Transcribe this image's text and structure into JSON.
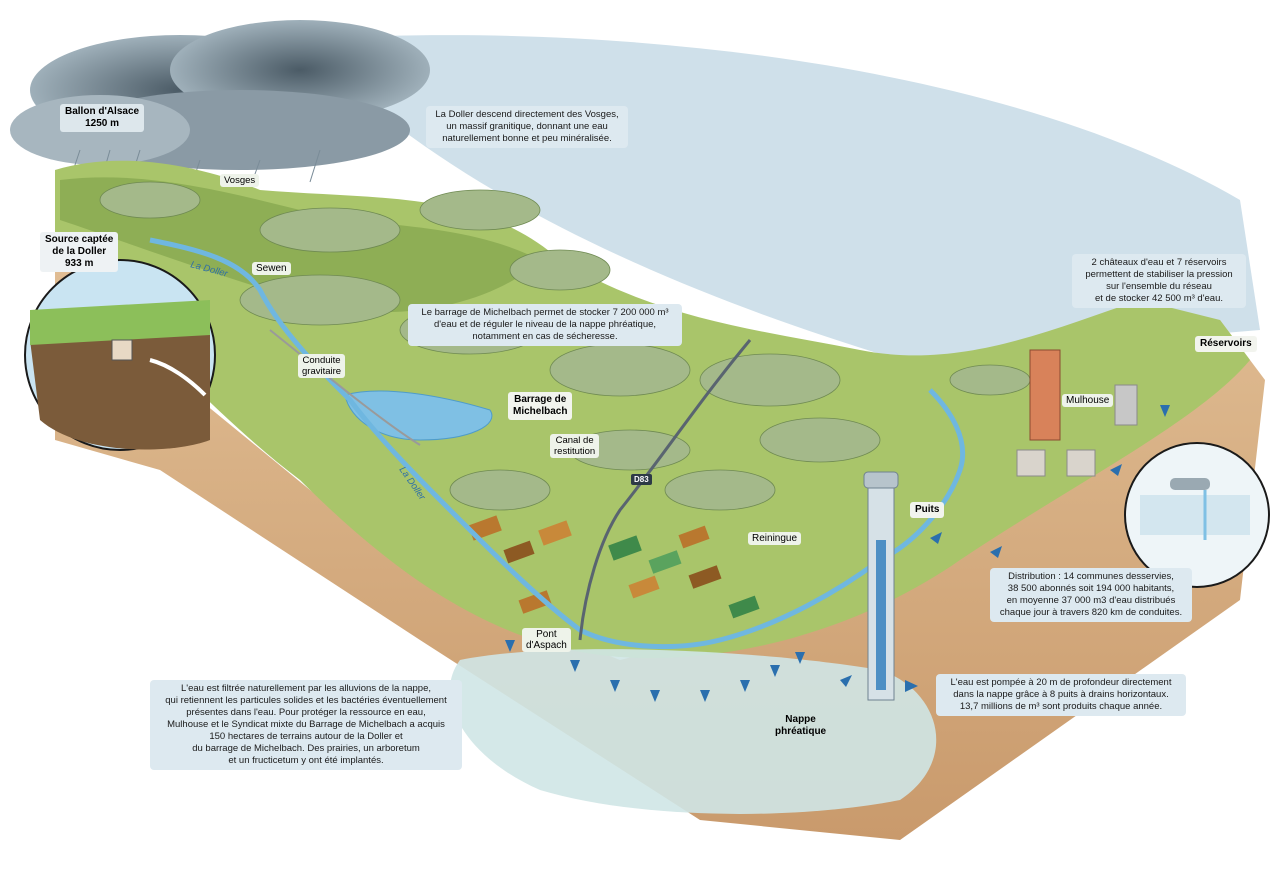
{
  "labels": {
    "ballon": "Ballon d'Alsace\n1250 m",
    "vosges": "Vosges",
    "source": "Source captée\nde la Doller\n933 m",
    "la_doller_1": "La Doller",
    "la_doller_2": "La Doller",
    "sewen": "Sewen",
    "conduite": "Conduite\ngravitaire",
    "barrage": "Barrage de\nMichelbach",
    "canal": "Canal de\nrestitution",
    "d83": "D83",
    "reiningue": "Reiningue",
    "pont": "Pont\nd'Aspach",
    "puits": "Puits",
    "nappe": "Nappe\nphréatique",
    "mulhouse": "Mulhouse",
    "reservoirs": "Réservoirs"
  },
  "notes": {
    "doller_vosges": "La Doller descend directement des Vosges,\nun massif granitique, donnant une eau\nnaturellement bonne et peu minéralisée.",
    "barrage_note": "Le barrage de Michelbach permet de stocker 7 200 000 m³\nd'eau et de réguler le niveau de la nappe phréatique,\nnotamment en cas de sécheresse.",
    "chateaux": "2 châteaux d'eau et 7 réservoirs\npermettent de stabiliser la pression\nsur l'ensemble du réseau\net de stocker 42 500 m³ d'eau.",
    "distribution": "Distribution : 14 communes desservies,\n38 500 abonnés soit 194 000 habitants,\nen moyenne 37 000 m3 d'eau distribués\nchaque jour à travers 820 km de conduites.",
    "pompage": "L'eau est pompée à 20 m de profondeur directement\ndans la nappe grâce à 8 puits à drains horizontaux.\n13,7 millions de m³ sont produits chaque année.",
    "filtration": "L'eau est filtrée naturellement par les alluvions de la nappe,\nqui retiennent les particules solides et les bactéries éventuellement\nprésentes dans l'eau. Pour protéger la ressource en eau,\nMulhouse et le Syndicat mixte du Barrage de Michelbach a acquis\n150 hectares de terrains autour de la Doller et\ndu barrage de Michelbach. Des prairies, un arboretum\net un fructicetum y ont été implantés."
  },
  "colors": {
    "sky": "#cfe0ea",
    "grass": "#a9c56a",
    "grass_dark": "#7fa04a",
    "soil": "#d9b48a",
    "soil_dark": "#b98b5e",
    "water": "#7fc0e4",
    "nappe": "#cfe6e6",
    "arrow": "#2a6fae",
    "tree": "#9fb67a"
  }
}
